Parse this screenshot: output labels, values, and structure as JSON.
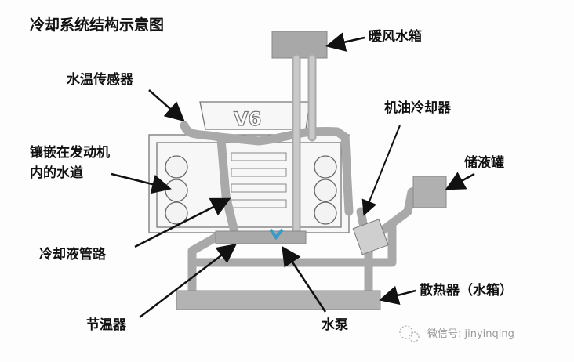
{
  "title": "冷却系统结构示意图",
  "engine_badge": "V6",
  "labels": {
    "heater_core": "暖风水箱",
    "temp_sensor": "水温传感器",
    "engine_waterways_line1": "镶嵌在发动机",
    "engine_waterways_line2": "内的水道",
    "oil_cooler": "机油冷却器",
    "reservoir": "储液罐",
    "coolant_lines": "冷却液管路",
    "radiator": "散热器（水箱）",
    "thermostat": "节温器",
    "water_pump": "水泵"
  },
  "watermark": "微信号: jinyinqing",
  "colors": {
    "pipe": "#a9a9a9",
    "hot_flow": "#c0504d",
    "cool_flow": "#3a9bc8"
  }
}
